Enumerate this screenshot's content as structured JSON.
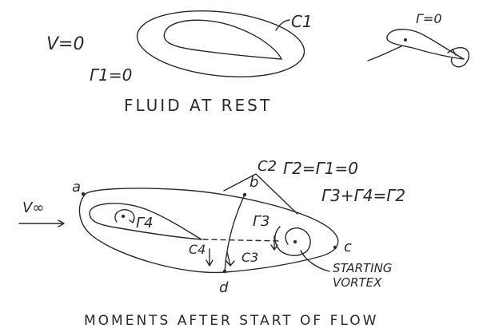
{
  "diagram": {
    "top_panel": {
      "contour_label": "C1",
      "velocity_label": "V=0",
      "circulation_label": "Γ1=0",
      "small_airfoil_label": "Γ=0",
      "caption": "FLUID AT REST"
    },
    "bottom_panel": {
      "point_a": "a",
      "point_b": "b",
      "point_c": "c",
      "point_d": "d",
      "freestream_label": "V∞",
      "contour_c2": "C2",
      "contour_c3": "C3",
      "contour_c4": "C4",
      "gamma4_label": "Γ4",
      "gamma3_label": "Γ3",
      "equation_1": "Γ2=Γ1=0",
      "equation_2": "Γ3+Γ4=Γ2",
      "vortex_label_line1": "STARTING",
      "vortex_label_line2": "VORTEX",
      "caption": "MOMENTS AFTER START OF FLOW"
    }
  }
}
